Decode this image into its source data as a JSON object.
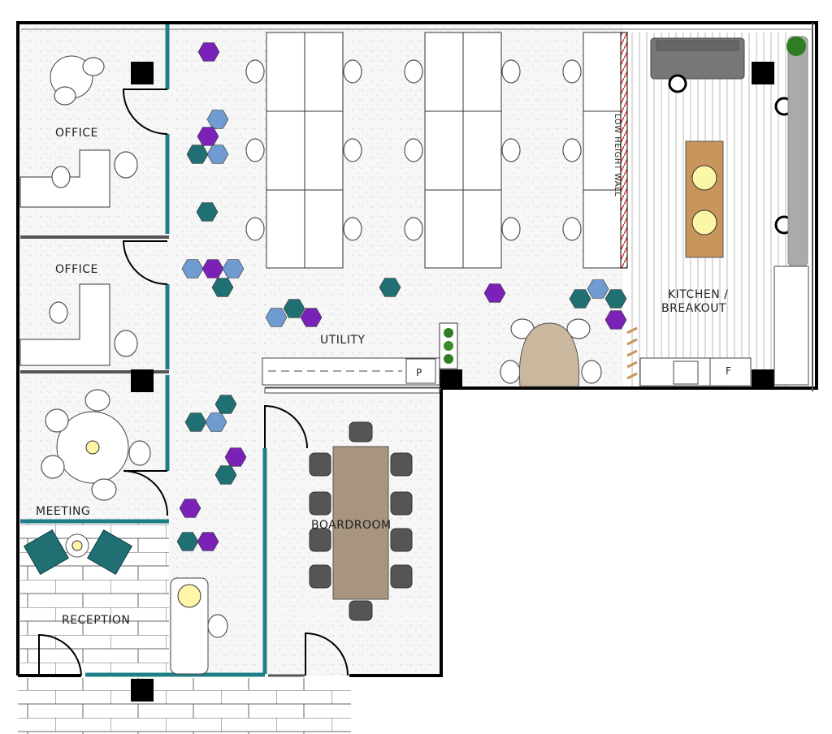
{
  "plan": {
    "rooms": {
      "office_1": "OFFICE",
      "office_2": "OFFICE",
      "meeting": "MEETING",
      "reception": "RECEPTION",
      "utility": "UTILITY",
      "boardroom": "BOARDROOM",
      "kitchen_line1": "KITCHEN /",
      "kitchen_line2": "BREAKOUT"
    },
    "annotations": {
      "low_wall": "LOW HEIGHT WALL",
      "printer": "P",
      "fridge": "F"
    }
  },
  "colors": {
    "glass_wall": "#1f7f86",
    "hex_teal": "#1f6f73",
    "hex_blue": "#6f9bd1",
    "hex_purple": "#7a22b8",
    "timber": "#c8955a",
    "boardroom_table": "#a8957e"
  }
}
